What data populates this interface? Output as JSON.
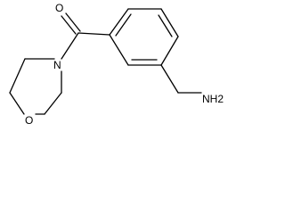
{
  "molecule": {
    "atoms": {
      "carbonyl_oxygen": "O",
      "morpholine_nitrogen": "N",
      "morpholine_oxygen": "O",
      "amine": "NH2"
    }
  }
}
